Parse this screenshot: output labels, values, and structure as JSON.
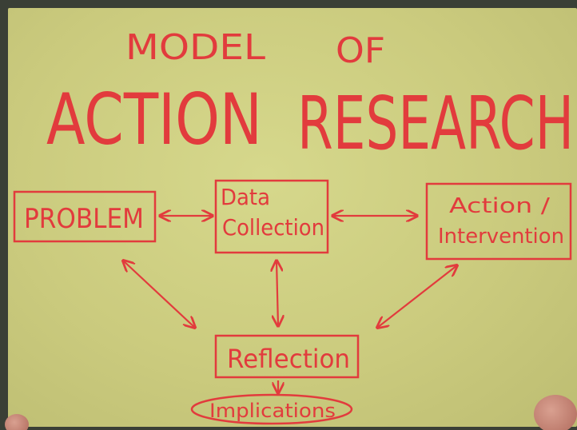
{
  "title": {
    "line1_word1": "MODEL",
    "line1_word2": "OF",
    "line2_word1": "ACTION",
    "line2_word2": "RESEARCH"
  },
  "nodes": {
    "problem": "PROBLEM",
    "data_collection_line1": "Data",
    "data_collection_line2": "Collection",
    "action_line1": "Action /",
    "action_line2": "Intervention",
    "reflection": "Reflection",
    "implications": "Implications"
  },
  "colors": {
    "ink": "#e23b3d",
    "paper": "#cfd083"
  }
}
